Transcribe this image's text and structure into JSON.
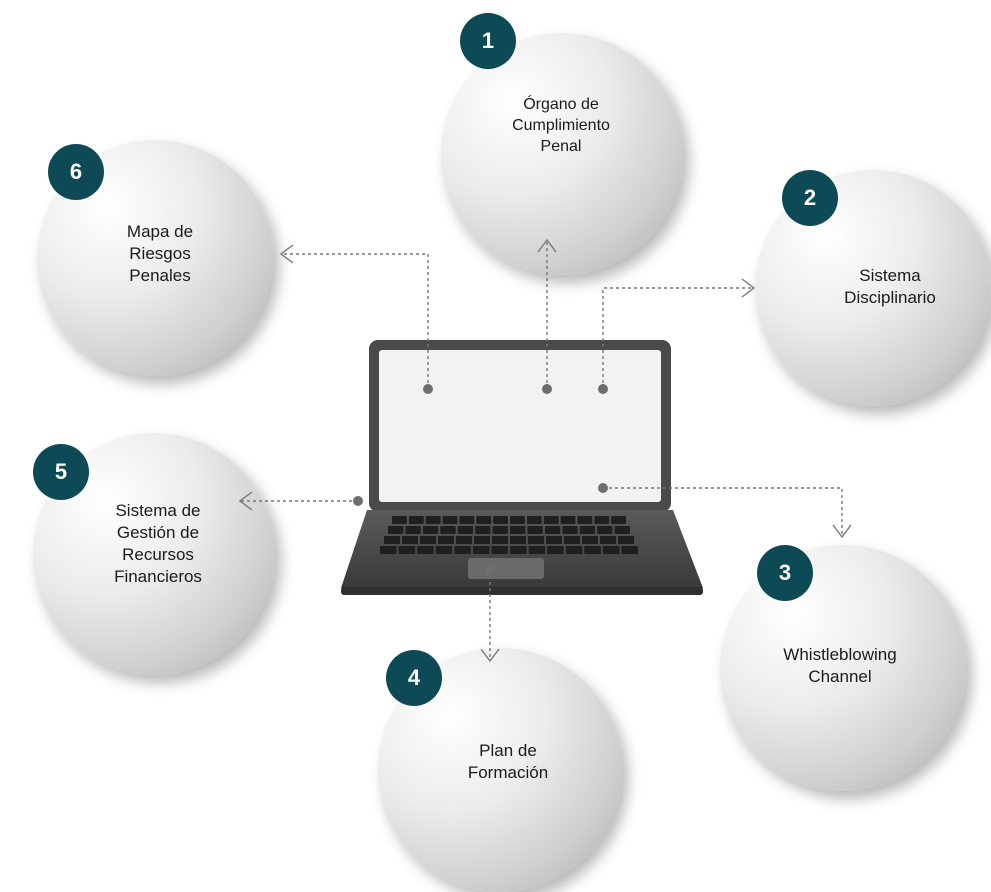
{
  "nodes": [
    {
      "number": "1",
      "lines": [
        "Órgano de",
        "Cumplimiento",
        "Penal"
      ]
    },
    {
      "number": "2",
      "lines": [
        "Sistema",
        "Disciplinario"
      ]
    },
    {
      "number": "3",
      "lines": [
        "Whistleblowing",
        "Channel"
      ]
    },
    {
      "number": "4",
      "lines": [
        "Plan de",
        "Formación"
      ]
    },
    {
      "number": "5",
      "lines": [
        "Sistema de",
        "Gestión de",
        "Recursos",
        "Financieros"
      ]
    },
    {
      "number": "6",
      "lines": [
        "Mapa de",
        "Riesgos",
        "Penales"
      ]
    }
  ],
  "colors": {
    "badge": "#0e4a55",
    "laptop_body": "#4b4b4b",
    "screen": "#f2f2f2",
    "connector": "#777777"
  }
}
